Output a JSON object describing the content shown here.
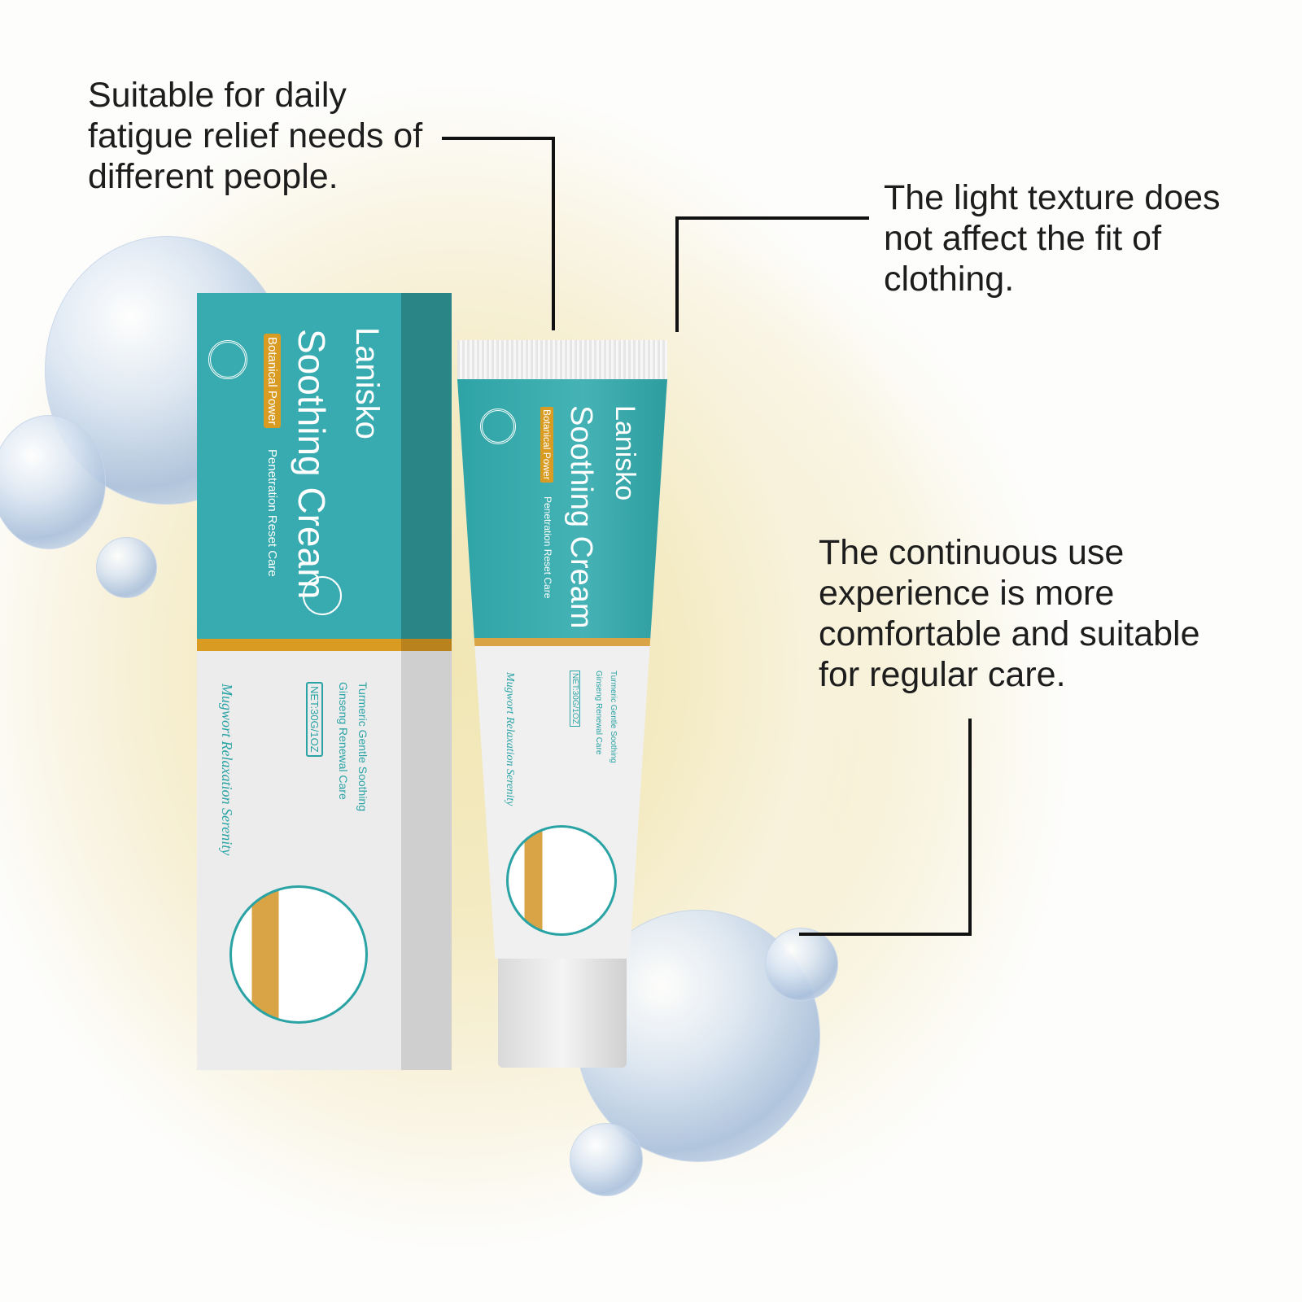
{
  "callouts": {
    "top_left": [
      "Suitable for daily",
      "fatigue relief needs of",
      "different people."
    ],
    "top_right": [
      "The light texture does",
      "not affect the fit of",
      "clothing."
    ],
    "middle_right": [
      "The continuous use",
      "experience is more",
      "comfortable and suitable",
      "for regular care."
    ]
  },
  "product": {
    "brand": "Lanisko",
    "name": "Soothing Cream",
    "badge": "Botanical Power",
    "tagline": "Penetration Reset Care",
    "features": [
      "Turmeric Gentle Soothing",
      "Ginseng Renewal Care"
    ],
    "net": "NET:30G/1OZ",
    "script_line": "Mugwort Relaxation Serenity"
  },
  "colors": {
    "teal": "#37abb0",
    "gold": "#d99b22",
    "line": "#111111"
  }
}
